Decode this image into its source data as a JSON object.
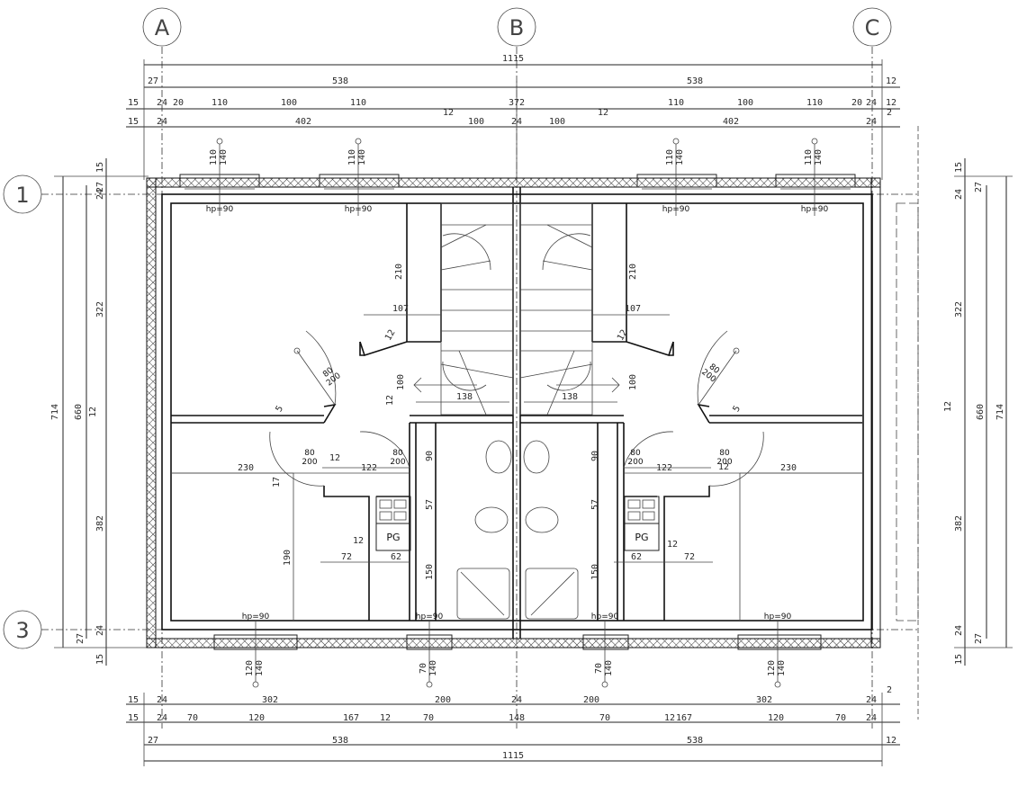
{
  "axes": {
    "columns": [
      "A",
      "B",
      "C"
    ],
    "rows": [
      "1",
      "3"
    ]
  },
  "dims_top": {
    "overall": "1115",
    "row1": [
      "27",
      "538",
      "538",
      "12"
    ],
    "row2": [
      "15",
      "24",
      "20",
      "110",
      "100",
      "110",
      "372",
      "110",
      "100",
      "110",
      "20",
      "24",
      "12"
    ],
    "row3": [
      "15",
      "24",
      "402",
      "12",
      "100",
      "24",
      "100",
      "12",
      "402",
      "24",
      "2"
    ]
  },
  "dims_bottom": {
    "row1": [
      "15",
      "24",
      "302",
      "200",
      "24",
      "200",
      "302",
      "24",
      "2"
    ],
    "row2": [
      "15",
      "24",
      "70",
      "120",
      "167",
      "12",
      "70",
      "148",
      "70",
      "12",
      "167",
      "120",
      "70",
      "24"
    ],
    "row3": [
      "27",
      "538",
      "538",
      "12"
    ],
    "overall": "1115"
  },
  "dims_left": {
    "outer": "714",
    "mid": "660",
    "segments": [
      "15",
      "27",
      "24",
      "322",
      "12",
      "382",
      "24",
      "27",
      "15"
    ]
  },
  "dims_right": {
    "outer": "714",
    "mid": "660",
    "segments": [
      "15",
      "27",
      "24",
      "322",
      "12",
      "382",
      "24",
      "27",
      "15"
    ]
  },
  "window_tags": {
    "top": [
      "110\n140",
      "110\n140",
      "110\n140",
      "110\n140"
    ],
    "bottom": [
      "120\n140",
      "70\n140",
      "70\n140",
      "120\n140"
    ]
  },
  "sill_labels": [
    "hp=90",
    "hp=90",
    "hp=90",
    "hp=90",
    "hp=90",
    "hp=90",
    "hp=90",
    "hp=90"
  ],
  "door_labels": [
    "80\n200",
    "80\n200",
    "80\n200",
    "80\n200",
    "80\n200",
    "80\n200"
  ],
  "room_dims": {
    "left": [
      "210",
      "107",
      "12",
      "100",
      "12",
      "138",
      "5",
      "230",
      "122",
      "90",
      "12",
      "17",
      "57",
      "12",
      "72",
      "62",
      "190",
      "150",
      "382"
    ],
    "right": [
      "210",
      "107",
      "12",
      "100",
      "138",
      "5",
      "230",
      "122",
      "90",
      "12",
      "57",
      "62",
      "12",
      "72",
      "150"
    ]
  },
  "appliance_label": "PG"
}
